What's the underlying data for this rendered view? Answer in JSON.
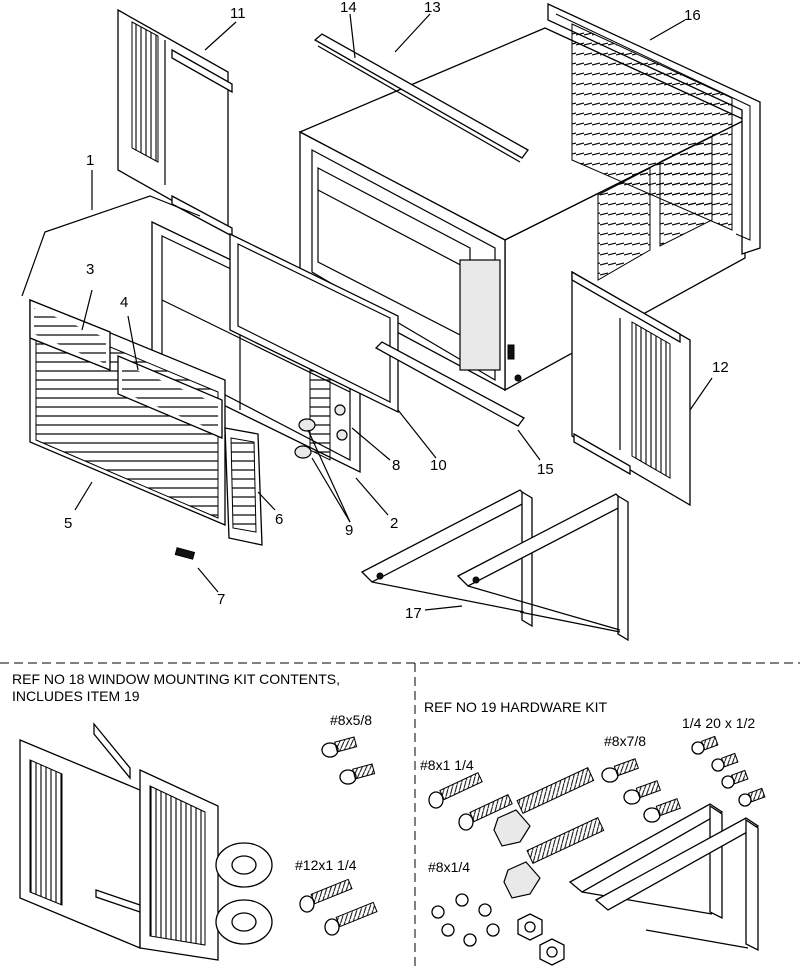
{
  "callouts": [
    {
      "id": "1",
      "label": "1"
    },
    {
      "id": "2",
      "label": "2"
    },
    {
      "id": "3",
      "label": "3"
    },
    {
      "id": "4",
      "label": "4"
    },
    {
      "id": "5",
      "label": "5"
    },
    {
      "id": "6",
      "label": "6"
    },
    {
      "id": "7",
      "label": "7"
    },
    {
      "id": "8",
      "label": "8"
    },
    {
      "id": "9",
      "label": "9"
    },
    {
      "id": "10",
      "label": "10"
    },
    {
      "id": "11",
      "label": "11"
    },
    {
      "id": "12",
      "label": "12"
    },
    {
      "id": "13",
      "label": "13"
    },
    {
      "id": "14",
      "label": "14"
    },
    {
      "id": "15",
      "label": "15"
    },
    {
      "id": "16",
      "label": "16"
    },
    {
      "id": "17",
      "label": "17"
    }
  ],
  "kit18": {
    "title_line1": "REF NO 18 WINDOW MOUNTING KIT CONTENTS,",
    "title_line2": "INCLUDES ITEM 19",
    "screw_small": "#8x5/8",
    "screw_large": "#12x1 1/4"
  },
  "kit19": {
    "title": "REF NO 19 HARDWARE KIT",
    "screw_a": "#8x1 1/4",
    "screw_b": "#8x7/8",
    "screw_c": "1/4 20 x 1/2",
    "screw_d": "#8x1/4"
  }
}
